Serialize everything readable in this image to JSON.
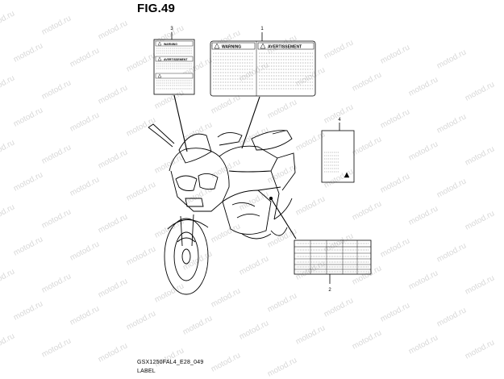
{
  "figure": {
    "title": "FIG.49",
    "code": "GSX1250FAL4_E28_049",
    "caption": "LABEL"
  },
  "watermark": {
    "text": "motod.ru",
    "color": "#d8d8d8"
  },
  "callouts": {
    "label_1": "1",
    "label_2": "2",
    "label_3": "3",
    "label_4": "4"
  },
  "label_1": {
    "left_heading": "WARNING",
    "right_heading": "AVERTISSEMENT"
  },
  "label_3": {
    "heading_1": "WARNING",
    "heading_2": "AVERTISSEMENT"
  }
}
